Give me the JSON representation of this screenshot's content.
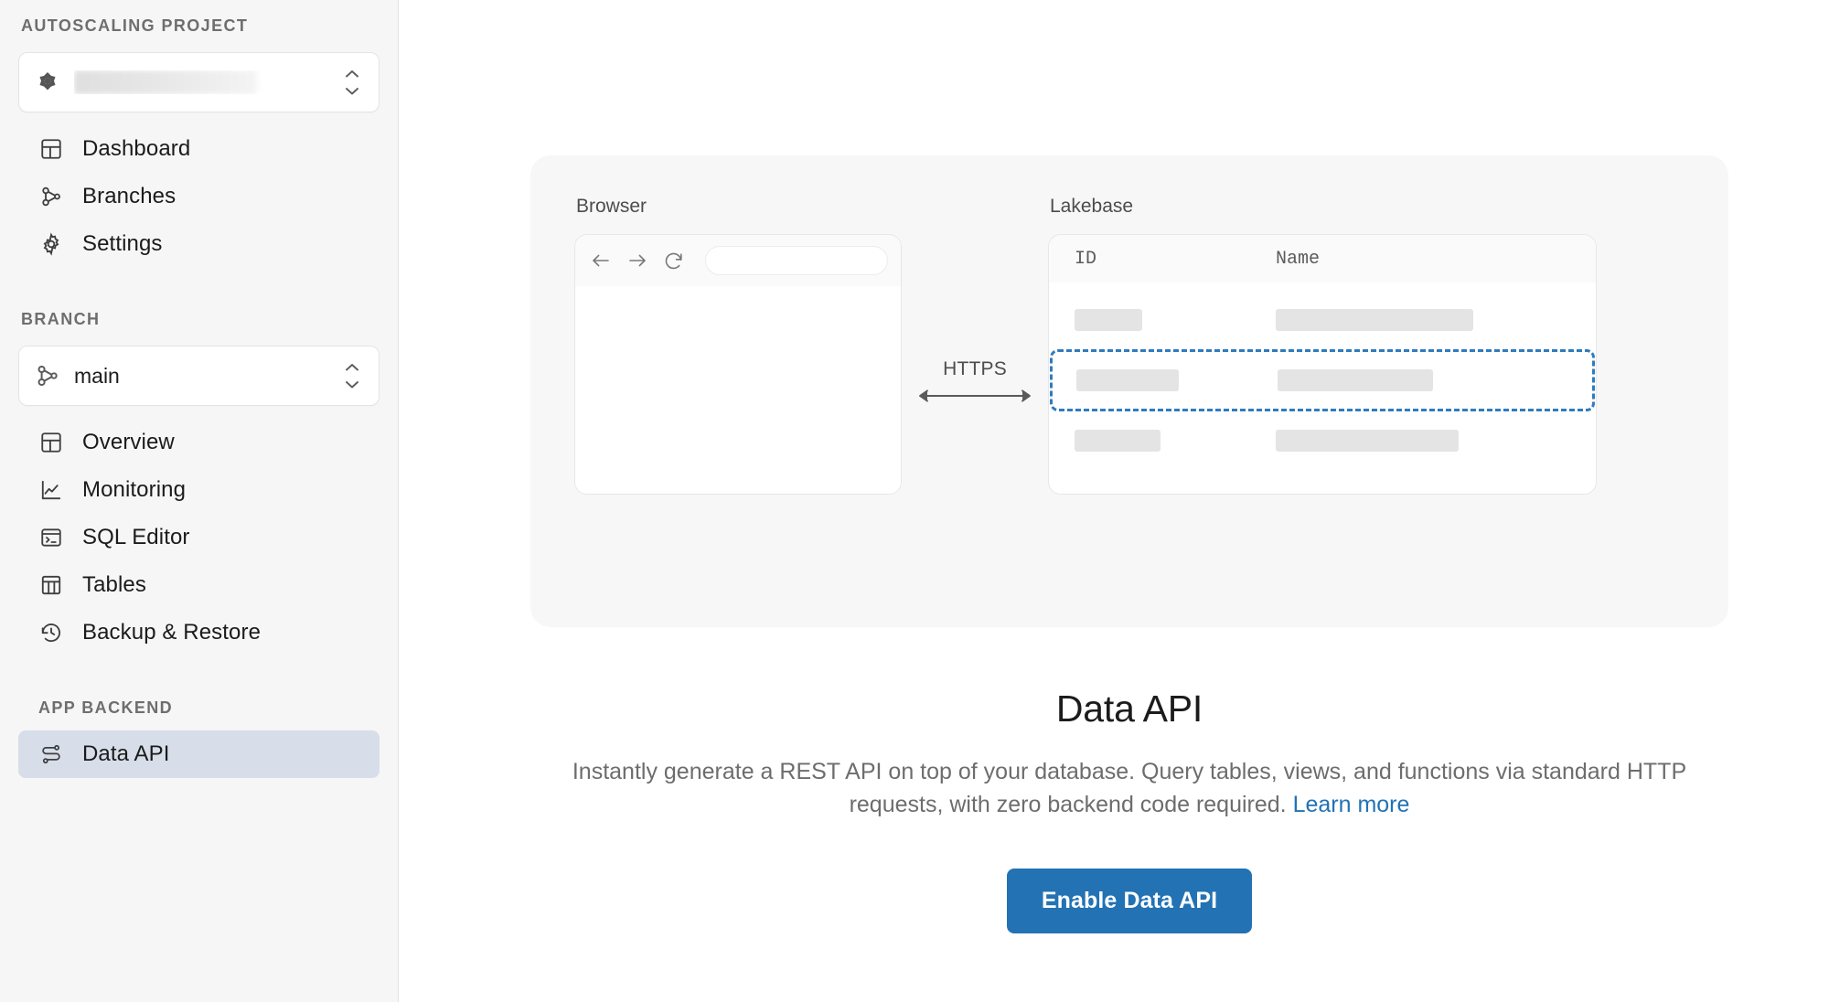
{
  "sidebar": {
    "project_section_label": "AUTOSCALING PROJECT",
    "project_selector": {
      "icon": "project-diamond-icon",
      "value": "",
      "redacted": true
    },
    "project_nav": [
      {
        "label": "Dashboard",
        "icon": "dashboard-grid-icon",
        "active": false
      },
      {
        "label": "Branches",
        "icon": "branch-icon",
        "active": false
      },
      {
        "label": "Settings",
        "icon": "gear-icon",
        "active": false
      }
    ],
    "branch_section_label": "BRANCH",
    "branch_selector": {
      "icon": "branch-icon",
      "value": "main"
    },
    "branch_nav": [
      {
        "label": "Overview",
        "icon": "dashboard-grid-icon",
        "active": false
      },
      {
        "label": "Monitoring",
        "icon": "line-chart-icon",
        "active": false
      },
      {
        "label": "SQL Editor",
        "icon": "terminal-icon",
        "active": false
      },
      {
        "label": "Tables",
        "icon": "table-icon",
        "active": false
      },
      {
        "label": "Backup & Restore",
        "icon": "clock-restore-icon",
        "active": false
      }
    ],
    "app_backend_section_label": "APP BACKEND",
    "app_backend_nav": [
      {
        "label": "Data API",
        "icon": "data-api-route-icon",
        "active": true
      }
    ]
  },
  "illustration": {
    "browser": {
      "caption": "Browser",
      "back_icon": "arrow-left-icon",
      "forward_icon": "arrow-right-icon",
      "reload_icon": "reload-icon",
      "url_value": ""
    },
    "connector": {
      "label": "HTTPS",
      "icon": "double-arrow-icon"
    },
    "lakebase": {
      "caption": "Lakebase",
      "columns": [
        "ID",
        "Name"
      ],
      "rows": [
        {
          "selected": false,
          "id_width": 74,
          "name_width": 216
        },
        {
          "selected": true,
          "id_width": 112,
          "name_width": 170
        },
        {
          "selected": false,
          "id_width": 94,
          "name_width": 200
        }
      ]
    }
  },
  "main": {
    "title": "Data API",
    "description_before_link": "Instantly generate a REST API on top of your database. Query tables, views, and functions via standard HTTP requests, with zero backend code required. ",
    "learn_more_label": "Learn more",
    "cta_label": "Enable Data API"
  },
  "colors": {
    "accent_blue": "#2272b4",
    "selection_dashed": "#2f7bbf",
    "active_nav_bg": "#d7dee9",
    "sidebar_bg": "#f6f6f6",
    "card_bg": "#f7f7f7",
    "muted_text": "#6d6d6d"
  }
}
